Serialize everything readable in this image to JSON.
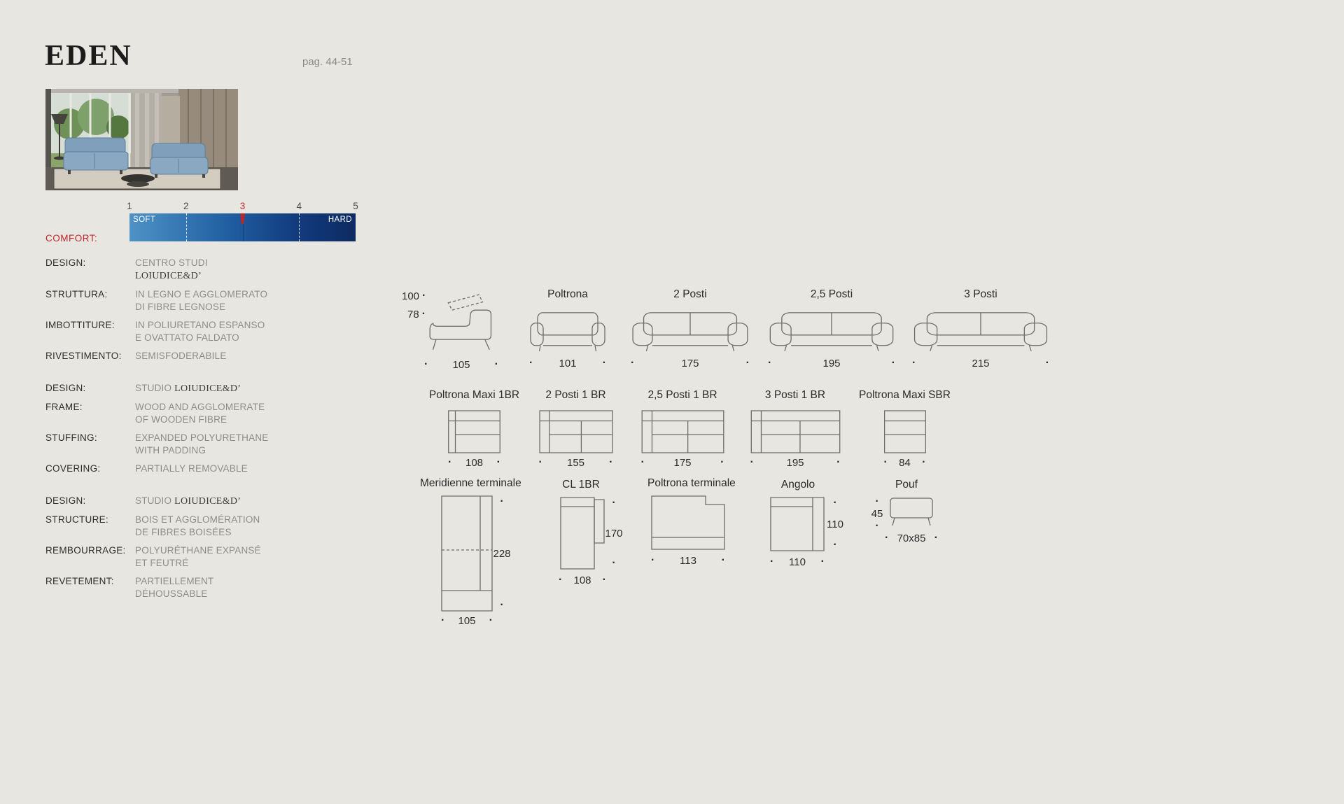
{
  "header": {
    "title": "EDEN",
    "page_ref": "pag. 44-51"
  },
  "theme": {
    "background": "#e8e6e1",
    "accent_red": "#c2262c",
    "comfort_bar_gradient": [
      "#4e92c6",
      "#123a7d",
      "#0d2b60"
    ]
  },
  "comfort": {
    "label": "COMFORT:",
    "soft_label": "SOFT",
    "hard_label": "HARD",
    "ticks": [
      "1",
      "2",
      "3",
      "4",
      "5"
    ],
    "selected": "3"
  },
  "specs": [
    {
      "label": "DESIGN:",
      "prefix": "CENTRO STUDI ",
      "brand": "LOIUDICE&D’"
    },
    {
      "label": "STRUTTURA:",
      "value": "IN LEGNO E AGGLOMERATO\nDI FIBRE LEGNOSE"
    },
    {
      "label": "IMBOTTITURE:",
      "value": "IN POLIURETANO ESPANSO\nE OVATTATO FALDATO"
    },
    {
      "label": "RIVESTIMENTO:",
      "value": "SEMISFODERABILE"
    },
    {
      "label": "DESIGN:",
      "prefix": "STUDIO ",
      "brand": "LOIUDICE&D’"
    },
    {
      "label": "FRAME:",
      "value": "WOOD AND AGGLOMERATE\nOF WOODEN FIBRE"
    },
    {
      "label": "STUFFING:",
      "value": "EXPANDED POLYURETHANE\nWITH PADDING"
    },
    {
      "label": "COVERING:",
      "value": "PARTIALLY REMOVABLE"
    },
    {
      "label": "DESIGN:",
      "prefix": "STUDIO ",
      "brand": "LOIUDICE&D’"
    },
    {
      "label": "STRUCTURE:",
      "value": "BOIS ET AGGLOMÉRATION\nDE FIBRES BOISÉES"
    },
    {
      "label": "REMBOURRAGE:",
      "value": "POLYURÉTHANE EXPANSÉ\nET FEUTRÉ"
    },
    {
      "label": "REVETEMENT:",
      "value": "PARTIELLEMENT DÉHOUSSABLE"
    }
  ],
  "drawings": {
    "side_view": {
      "height_total": "100",
      "height_seat": "78",
      "width": "105"
    },
    "row1": [
      {
        "name": "Poltrona",
        "width": "101"
      },
      {
        "name": "2 Posti",
        "width": "175"
      },
      {
        "name": "2,5 Posti",
        "width": "195"
      },
      {
        "name": "3 Posti",
        "width": "215"
      }
    ],
    "row2": [
      {
        "name": "Poltrona Maxi 1BR",
        "width": "108"
      },
      {
        "name": "2 Posti 1 BR",
        "width": "155"
      },
      {
        "name": "2,5 Posti 1 BR",
        "width": "175"
      },
      {
        "name": "3 Posti 1 BR",
        "width": "195"
      },
      {
        "name": "Poltrona Maxi SBR",
        "width": "84"
      }
    ],
    "row3": [
      {
        "name": "Meridienne terminale",
        "depth": "228",
        "width": "105"
      },
      {
        "name": "CL 1BR",
        "depth": "170",
        "width": "108"
      },
      {
        "name": "Poltrona terminale",
        "width": "113"
      },
      {
        "name": "Angolo",
        "depth": "110",
        "width": "110"
      },
      {
        "name": "Pouf",
        "height": "45",
        "width": "70x85"
      }
    ]
  }
}
